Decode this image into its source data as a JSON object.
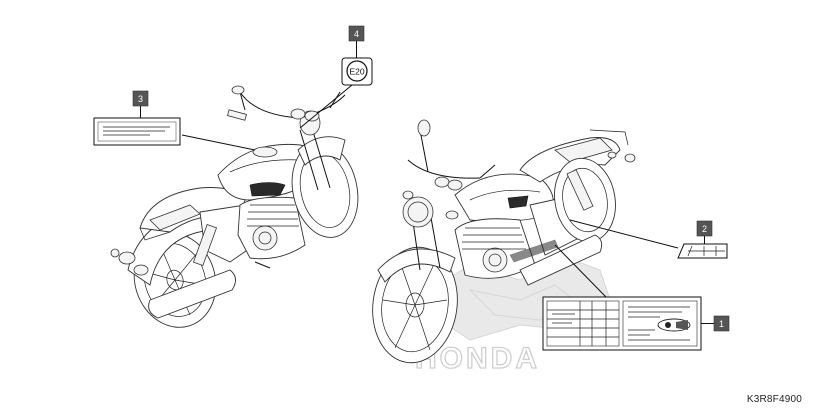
{
  "diagram": {
    "watermark_text": "HONDA",
    "figure_code": "K3R8F4900",
    "callouts": [
      {
        "number": "1"
      },
      {
        "number": "2"
      },
      {
        "number": "3"
      },
      {
        "number": "4"
      }
    ],
    "fuel_label_text": "E20",
    "colors": {
      "callout_box": "#555555",
      "line_art": "#333333",
      "watermark": "#e6e6e6"
    }
  }
}
